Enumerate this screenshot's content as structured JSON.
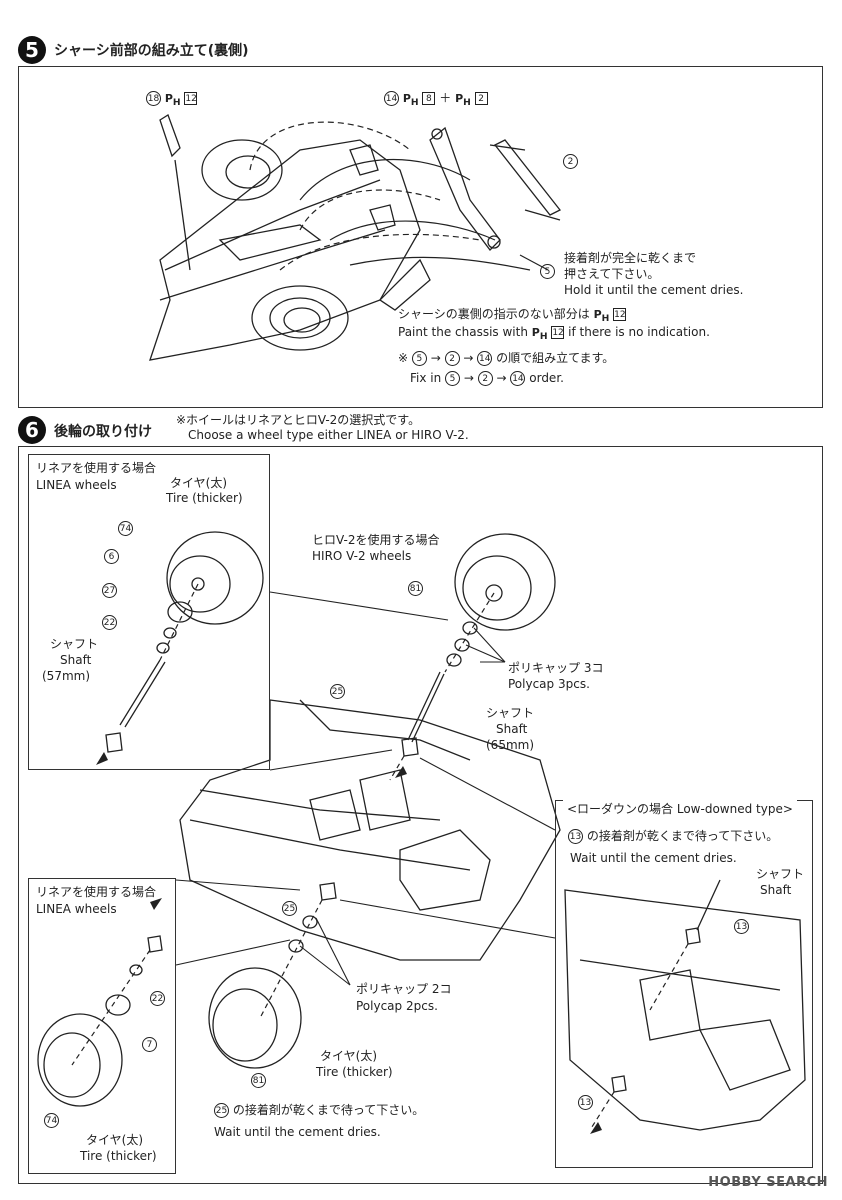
{
  "step5": {
    "number": "5",
    "title": "シャーシ前部の組み立て(裏側)",
    "callouts": {
      "p18": "18",
      "p18_paint": "12",
      "p14": "14",
      "p14_paint_a": "8",
      "p14_paint_b": "2",
      "p2": "2",
      "p5": "5"
    },
    "note_cement_jp": "接着剤が完全に乾くまで",
    "note_cement_jp2": "押さえて下さい。",
    "note_cement_en": "Hold it until the cement dries.",
    "note_paint_jp": "シャーシの裏側の指示のない部分は",
    "note_paint_jp_code": "12",
    "note_paint_en_a": "Paint the chassis with",
    "note_paint_en_code": "12",
    "note_paint_en_b": "if there is no indication.",
    "order_jp_prefix": "※",
    "order_a": "5",
    "order_b": "2",
    "order_c": "14",
    "order_jp_suffix": "の順で組み立てます。",
    "order_en_prefix": "Fix in",
    "order_en_suffix": "order."
  },
  "step6": {
    "number": "6",
    "title": "後輪の取り付け",
    "note_jp": "※ホイールはリネアとヒロV-2の選択式です。",
    "note_en": "Choose a wheel type either LINEA or HIRO V-2.",
    "linea_top": {
      "label_jp": "リネアを使用する場合",
      "label_en": "LINEA wheels",
      "tire_jp": "タイヤ(太)",
      "tire_en": "Tire (thicker)",
      "p74": "74",
      "p6": "6",
      "p27": "27",
      "p22": "22",
      "shaft_jp": "シャフト",
      "shaft_en": "Shaft",
      "shaft_len": "(57mm)"
    },
    "hiro": {
      "label_jp": "ヒロV-2を使用する場合",
      "label_en": "HIRO V-2 wheels",
      "p81": "81",
      "polycap_jp": "ポリキャップ 3コ",
      "polycap_en": "Polycap 3pcs.",
      "shaft_jp": "シャフト",
      "shaft_en": "Shaft",
      "shaft_len": "(65mm)",
      "p25": "25"
    },
    "low": {
      "title": "<ローダウンの場合 Low-downed type>",
      "note_num": "13",
      "note_jp": "の接着剤が乾くまで待って下さい。",
      "note_en": "Wait until the cement dries.",
      "shaft_jp": "シャフト",
      "shaft_en": "Shaft",
      "p13a": "13",
      "p13b": "13"
    },
    "bottom": {
      "p25": "25",
      "polycap_jp": "ポリキャップ 2コ",
      "polycap_en": "Polycap 2pcs.",
      "tire_jp": "タイヤ(太)",
      "tire_en": "Tire (thicker)",
      "p81": "81",
      "cement_num": "25",
      "cement_jp": "の接着剤が乾くまで待って下さい。",
      "cement_en": "Wait until the cement dries."
    },
    "linea_bottom": {
      "label_jp": "リネアを使用する場合",
      "label_en": "LINEA wheels",
      "p22": "22",
      "p7": "7",
      "p74": "74",
      "tire_jp": "タイヤ(太)",
      "tire_en": "Tire (thicker)"
    }
  },
  "watermark": "HOBBY SEARCH"
}
